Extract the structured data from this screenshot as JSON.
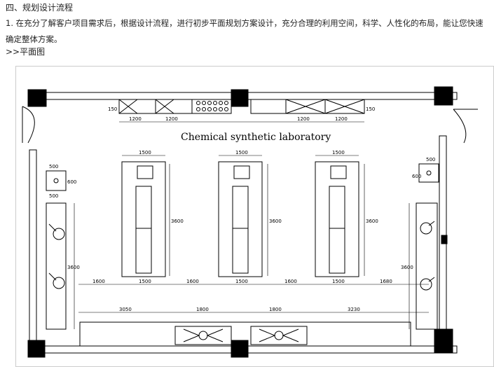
{
  "section_heading": "四、规划设计流程",
  "paragraph": "1. 在充分了解客户项目需求后，根据设计流程，进行初步平面规划方案设计，充分合理的利用空间，科学、人性化的布局，能让您快速确定整体方案。",
  "plan_label": ">>平面图",
  "plan": {
    "title": "Chemical synthetic laboratory",
    "top_bench_widths": [
      "1200",
      "1200",
      "1200",
      "1200"
    ],
    "top_bench_depth_left": "150",
    "top_bench_depth_right": "150",
    "island_widths": [
      "1500",
      "1500",
      "1500"
    ],
    "island_length_labels": [
      "3600",
      "3600",
      "3600"
    ],
    "left_sink_width": "500",
    "left_sink_depth": "600",
    "left_sink_bottom": "500",
    "right_sink_width": "500",
    "right_sink_depth": "600",
    "left_bench_length": "3600",
    "right_bench_length": "3600",
    "row_dims": [
      "1600",
      "1500",
      "1600",
      "1500",
      "1600",
      "1500",
      "1680"
    ],
    "bottom_dims": [
      "3050",
      "1800",
      "1800",
      "3230"
    ]
  }
}
